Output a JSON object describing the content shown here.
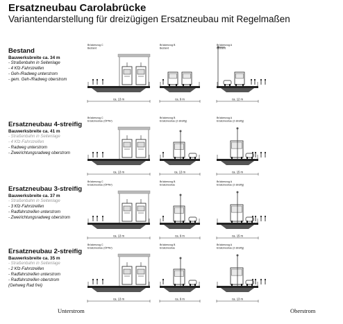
{
  "title": "Ersatzneubau Carolabrücke",
  "subtitle": "Variantendarstellung für dreizügigen Ersatzneubau mit Regelmaßen",
  "footer": {
    "left": "Unterstrom",
    "right": "Oberstrom"
  },
  "variants": [
    {
      "name": "Bestand",
      "width": "Bauwerksbreite ca. 34 m",
      "items": [
        {
          "text": "- Straßenbahn in Seitenlage",
          "grey": false
        },
        {
          "text": "- 4 Kfz-Fahrstreifen",
          "grey": false
        },
        {
          "text": "- Geh-/Radweg unterstrom",
          "grey": false
        },
        {
          "text": "- gem. Geh-/Radweg oberstrom",
          "grey": false
        }
      ],
      "labels": {
        "c": [
          "Brückenzug C",
          "Bestand"
        ],
        "b": [
          "Brückenzug B",
          "Bestand"
        ],
        "a": [
          "Brückenzug A",
          "Bestand"
        ]
      },
      "dims": [
        "ca. 13 m",
        "ca. 9 m",
        "ca. 12 m"
      ]
    },
    {
      "name": "Ersatzneubau 4-streifig",
      "width": "Bauwerksbreite ca. 41 m",
      "items": [
        {
          "text": "- Straßenbahn in Seitenlage",
          "grey": true
        },
        {
          "text": "- 4 Kfz-Fahrstreifen",
          "grey": true
        },
        {
          "text": "- Radweg unterstrom",
          "grey": false
        },
        {
          "text": "- Zweirichtungsradweg oberstrom",
          "grey": false
        }
      ],
      "labels": {
        "c": [
          "Brückenzug C",
          "Ersatzneubau (ÖPNV)"
        ],
        "b": [
          "Brückenzug B",
          "Ersatzneubau (2-streifig)"
        ],
        "a": [
          "Brückenzug A",
          "Ersatzneubau (2-streifig)"
        ]
      },
      "dims": [
        "ca. 13 m",
        "ca. 13 m",
        "ca. 15 m"
      ]
    },
    {
      "name": "Ersatzneubau 3-streifig",
      "width": "Bauwerksbreite ca. 37 m",
      "items": [
        {
          "text": "- Straßenbahn in Seitenlage",
          "grey": true
        },
        {
          "text": "- 3 Kfz-Fahrstreifen",
          "grey": false
        },
        {
          "text": "- Radfahrstreifen unterstrom",
          "grey": false
        },
        {
          "text": "- Zweirichtungsradweg oberstrom",
          "grey": false
        }
      ],
      "labels": {
        "c": [
          "Brückenzug C",
          "Ersatzneubau (ÖPNV)"
        ],
        "b": [
          "Brückenzug B",
          "Ersatzneubau"
        ],
        "a": [
          "Brückenzug A",
          "Ersatzneubau (2-streifig)"
        ]
      },
      "dims": [
        "ca. 13 m",
        "ca. 9 m",
        "ca. 15 m"
      ]
    },
    {
      "name": "Ersatzneubau 2-streifig",
      "width": "Bauwerksbreite ca. 35 m",
      "items": [
        {
          "text": "- Straßenbahn in Seitenlage",
          "grey": true
        },
        {
          "text": "- 2 Kfz-Fahrstreifen",
          "grey": false
        },
        {
          "text": "- Radfahrstreifen unterstrom",
          "grey": false
        },
        {
          "text": "- Radfahrstreifen oberstrom",
          "grey": false
        },
        {
          "text": "(Gehweg Rad frei)",
          "grey": false
        }
      ],
      "labels": {
        "c": [
          "Brückenzug C",
          "Ersatzneubau (ÖPNV)"
        ],
        "b": [
          "Brückenzug B",
          "Ersatzneubau"
        ],
        "a": [
          "Brückenzug A",
          "Ersatzneubau (2-streifig)"
        ]
      },
      "dims": [
        "ca. 13 m",
        "ca. 9 m",
        "ca. 13 m"
      ]
    }
  ]
}
